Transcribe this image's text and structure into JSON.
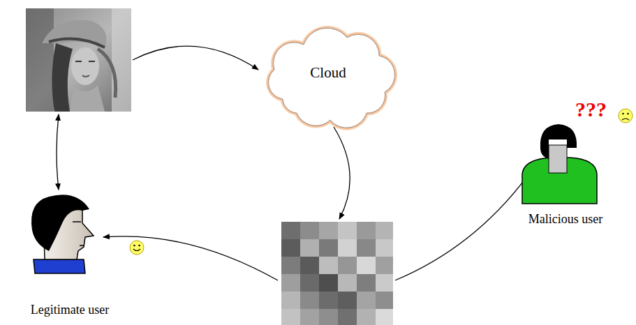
{
  "diagram": {
    "nodes": [
      {
        "text": [
          "Cloud"
        ]
      },
      {
        "text": [
          "Malicious user"
        ]
      },
      {
        "text": [
          "Legitimate user"
        ]
      }
    ],
    "labels": [
      "???"
    ]
  }
}
